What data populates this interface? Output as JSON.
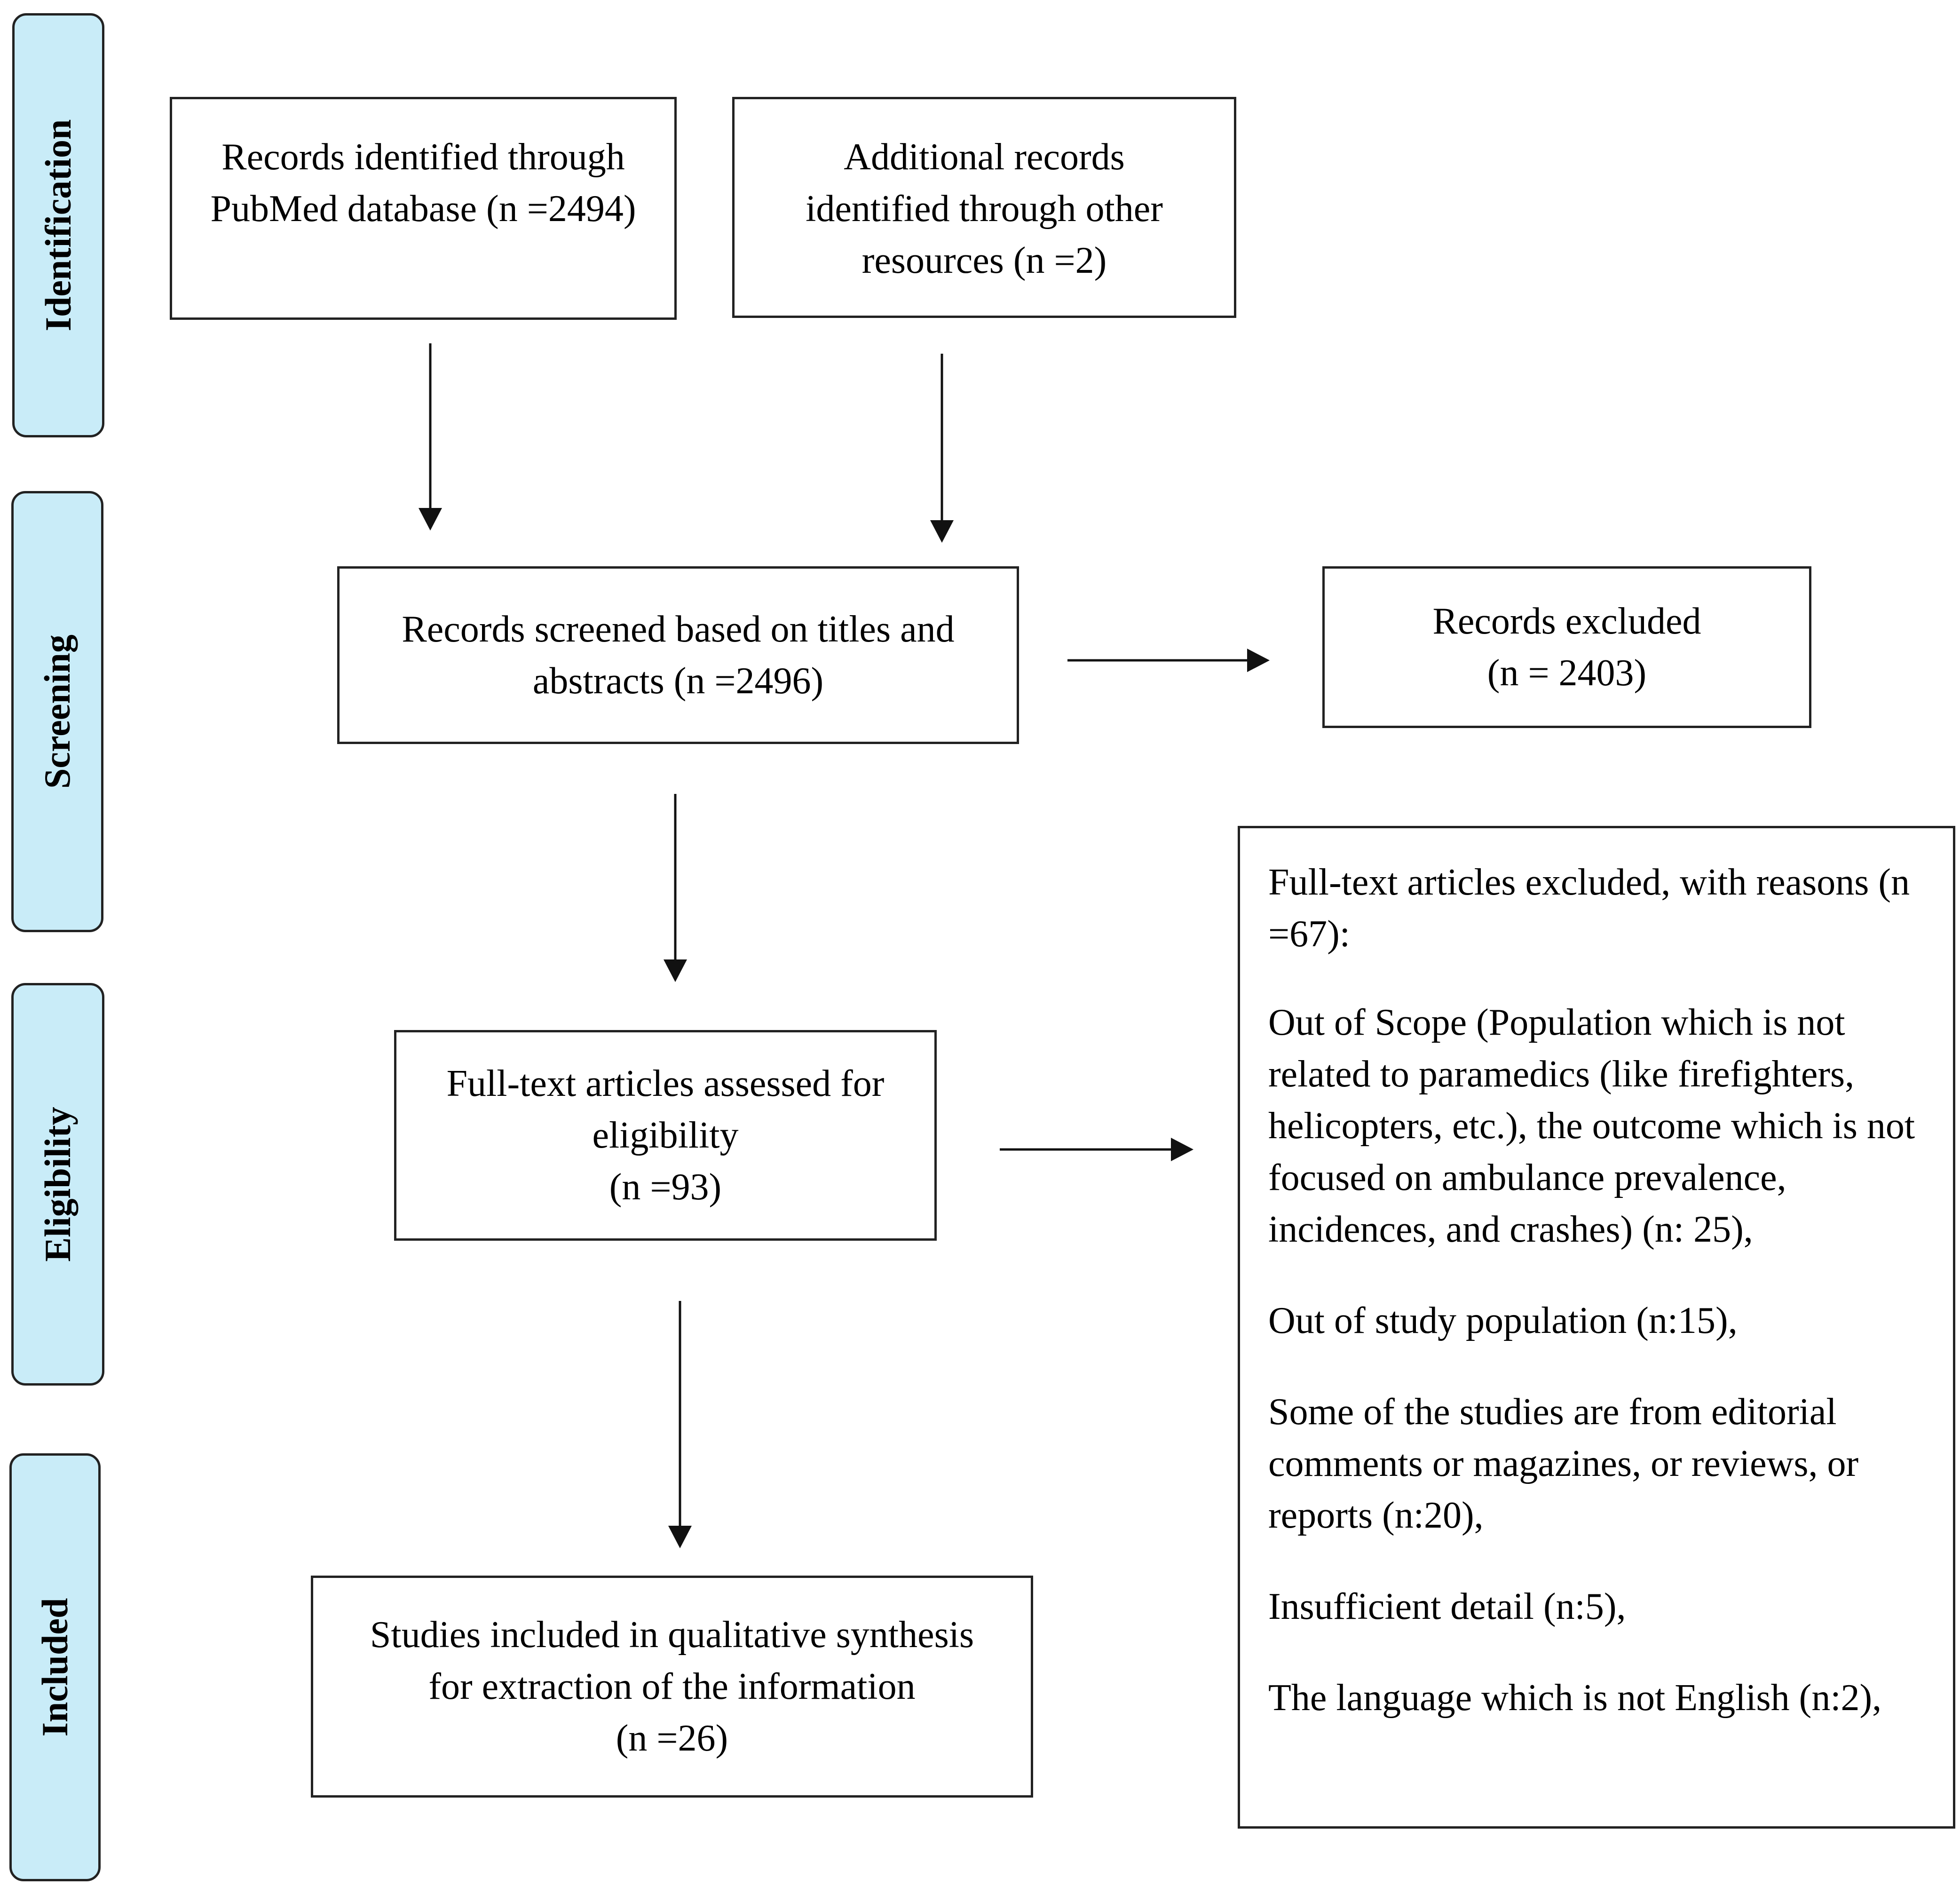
{
  "stages": {
    "identification": "Identification",
    "screening": "Screening",
    "eligibility": "Eligibility",
    "included": "Included"
  },
  "boxes": {
    "pubmed": {
      "line1": "Records identified through",
      "line2": "PubMed database (n =2494)"
    },
    "other": {
      "line1": "Additional records",
      "line2": "identified through other",
      "line3": "resources (n =2)"
    },
    "screened": {
      "line1": "Records screened based on titles and",
      "line2": "abstracts (n =2496)"
    },
    "excluded": {
      "line1": "Records excluded",
      "line2": "(n = 2403)"
    },
    "fulltext": {
      "line1": "Full-text articles assessed for",
      "line2": "eligibility",
      "line3": "(n =93)"
    },
    "included": {
      "line1": "Studies included in qualitative synthesis",
      "line2": "for extraction of the information",
      "line3": "(n =26)"
    }
  },
  "reasons": {
    "heading": "Full-text articles excluded, with reasons (n =67):",
    "items": [
      "Out of Scope (Population which is not related to paramedics (like firefighters, helicopters, etc.), the outcome which is not focused on ambulance prevalence, incidences, and crashes) (n: 25),",
      "Out of study population (n:15),",
      "Some of the studies are from editorial comments or magazines, or reviews, or reports (n:20),",
      "Insufficient detail (n:5),",
      "The language which is not English (n:2),"
    ]
  }
}
